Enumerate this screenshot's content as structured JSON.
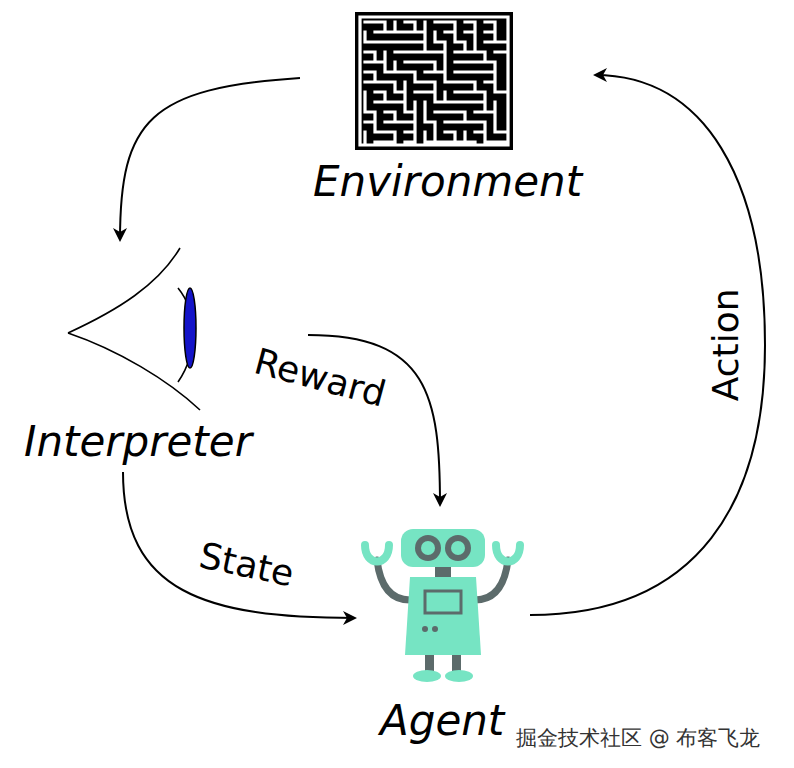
{
  "diagram": {
    "nodes": [
      {
        "text": [
          "Environment"
        ]
      },
      {
        "text": [
          "Interpreter"
        ]
      },
      {
        "text": [
          "Agent"
        ]
      }
    ],
    "edges": [
      {
        "from": 0,
        "to": 1,
        "arrow": "to"
      },
      {
        "from": 1,
        "to": 2,
        "label": "Reward",
        "arrow": "to"
      },
      {
        "from": 1,
        "to": 2,
        "label": "State",
        "arrow": "to"
      },
      {
        "from": 2,
        "to": 0,
        "label": "Action",
        "arrow": "to"
      }
    ],
    "labels": [
      "掘金技术社区 @ 布客飞龙"
    ]
  }
}
